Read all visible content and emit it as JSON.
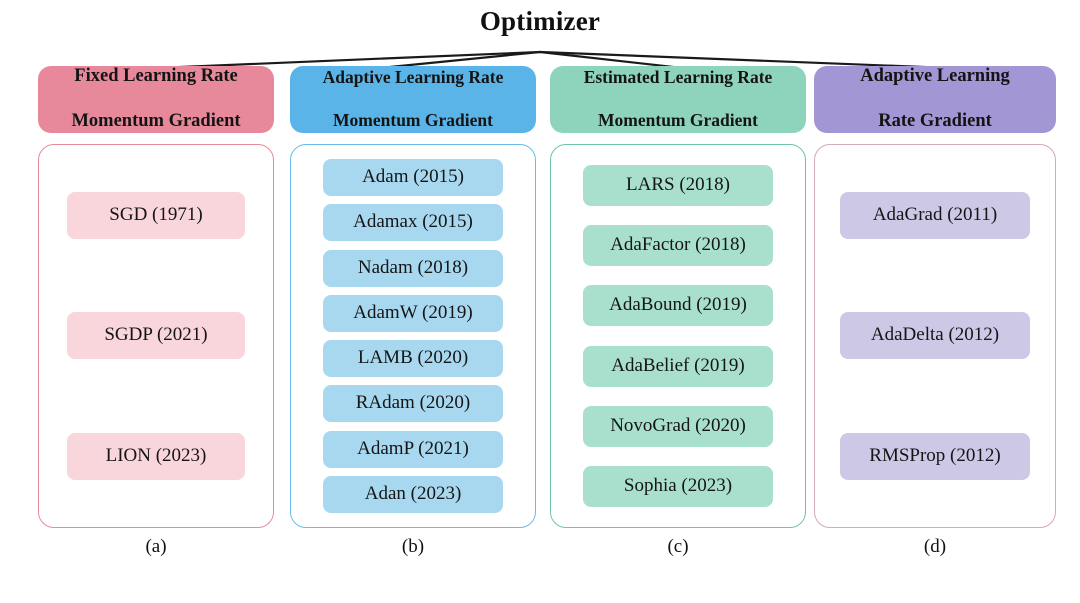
{
  "title": "Optimizer",
  "colors": {
    "header_a": "#e8899b",
    "header_b": "#5ab4e8",
    "header_c": "#8ed4bd",
    "header_d": "#a396d4",
    "item_a": "#f9d5dc",
    "item_b": "#a8d8f0",
    "item_c": "#a8e0cd",
    "item_d": "#cdc8e6",
    "border_a": "#e8899b",
    "border_b": "#67bced",
    "border_c": "#6ec5a4",
    "border_d": "#d6a8bb",
    "connector": "#1a1a1a",
    "background": "#ffffff",
    "text": "#111111"
  },
  "chart_data": {
    "type": "diagram",
    "title": "Optimizer",
    "layout": "tree, one root fanning to four category columns",
    "root": "Optimizer",
    "columns": [
      {
        "caption": "(a)",
        "header_line1": "Fixed Learning Rate",
        "header_line2": "Momentum Gradient",
        "items": [
          "SGD (1971)",
          "SGDP (2021)",
          "LION (2023)"
        ]
      },
      {
        "caption": "(b)",
        "header_line1": "Adaptive Learning Rate",
        "header_line2": "Momentum Gradient",
        "items": [
          "Adam (2015)",
          "Adamax (2015)",
          "Nadam (2018)",
          "AdamW (2019)",
          "LAMB (2020)",
          "RAdam (2020)",
          "AdamP (2021)",
          "Adan (2023)"
        ]
      },
      {
        "caption": "(c)",
        "header_line1": "Estimated Learning Rate",
        "header_line2": "Momentum Gradient",
        "items": [
          "LARS (2018)",
          "AdaFactor (2018)",
          "AdaBound (2019)",
          "AdaBelief (2019)",
          "NovoGrad (2020)",
          "Sophia (2023)"
        ]
      },
      {
        "caption": "(d)",
        "header_line1": "Adaptive Learning",
        "header_line2": "Rate Gradient",
        "items": [
          "AdaGrad (2011)",
          "AdaDelta (2012)",
          "RMSProp (2012)"
        ]
      }
    ]
  },
  "columns": [
    {
      "id": "a",
      "caption": "(a)",
      "header_line1": "Fixed Learning Rate",
      "header_line2": "Momentum Gradient",
      "items": [
        {
          "label": "SGD (1971)"
        },
        {
          "label": "SGDP (2021)"
        },
        {
          "label": "LION (2023)"
        }
      ]
    },
    {
      "id": "b",
      "caption": "(b)",
      "header_line1": "Adaptive Learning Rate",
      "header_line2": "Momentum Gradient",
      "items": [
        {
          "label": "Adam (2015)"
        },
        {
          "label": "Adamax (2015)"
        },
        {
          "label": "Nadam (2018)"
        },
        {
          "label": "AdamW (2019)"
        },
        {
          "label": "LAMB (2020)"
        },
        {
          "label": "RAdam (2020)"
        },
        {
          "label": "AdamP (2021)"
        },
        {
          "label": "Adan (2023)"
        }
      ]
    },
    {
      "id": "c",
      "caption": "(c)",
      "header_line1": "Estimated Learning Rate",
      "header_line2": "Momentum Gradient",
      "items": [
        {
          "label": "LARS (2018)"
        },
        {
          "label": "AdaFactor (2018)"
        },
        {
          "label": "AdaBound (2019)"
        },
        {
          "label": "AdaBelief (2019)"
        },
        {
          "label": "NovoGrad (2020)"
        },
        {
          "label": "Sophia (2023)"
        }
      ]
    },
    {
      "id": "d",
      "caption": "(d)",
      "header_line1": "Adaptive Learning",
      "header_line2": "Rate Gradient",
      "items": [
        {
          "label": "AdaGrad (2011)"
        },
        {
          "label": "AdaDelta (2012)"
        },
        {
          "label": "RMSProp (2012)"
        }
      ]
    }
  ]
}
